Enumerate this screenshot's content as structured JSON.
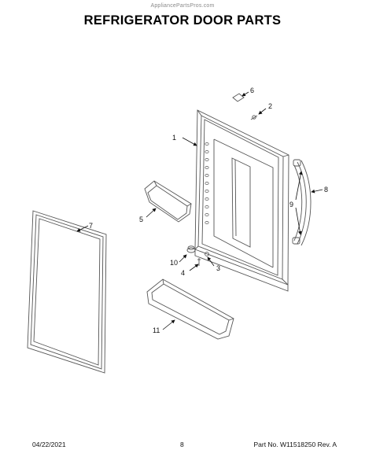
{
  "watermark": "AppliancePartsPros.com",
  "title": "REFRIGERATOR DOOR PARTS",
  "callouts": {
    "c1": "1",
    "c2": "2",
    "c3": "3",
    "c4": "4",
    "c5": "5",
    "c6": "6",
    "c7": "7",
    "c8": "8",
    "c9": "9",
    "c10": "10",
    "c11": "11"
  },
  "footer": {
    "date": "04/22/2021",
    "page": "8",
    "part": "Part No. W11518250  Rev. A"
  }
}
